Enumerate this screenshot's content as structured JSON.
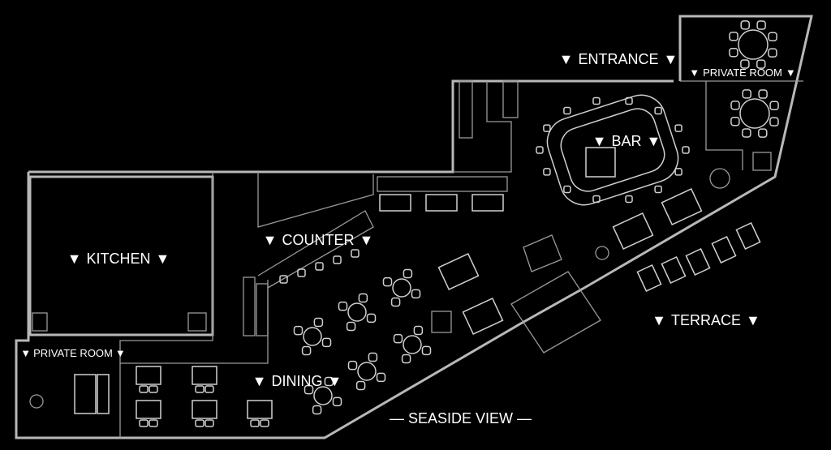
{
  "labels": {
    "entrance": "ENTRANCE",
    "private_room_top": "PRIVATE ROOM",
    "bar": "BAR",
    "kitchen": "KITCHEN",
    "counter": "COUNTER",
    "terrace": "TERRACE",
    "private_room_bottom": "PRIVATE ROOM",
    "dining": "DINING",
    "seaside_view": "― SEASIDE VIEW ―"
  },
  "marker_glyph": "▼",
  "colors": {
    "background": "#000000",
    "wall": "#b8b8b8",
    "text": "#ffffff"
  }
}
